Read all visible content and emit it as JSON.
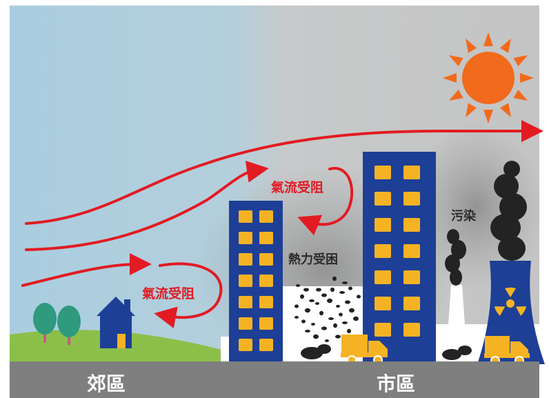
{
  "labels": {
    "airflow_blocked_upper": "氣流受阻",
    "airflow_blocked_lower": "氣流受阻",
    "heat_trapped": "熱力受困",
    "pollution": "污染",
    "suburb": "郊區",
    "city": "市區"
  },
  "colors": {
    "sky_left": "#a9cde0",
    "sky_right": "#c6c6c6",
    "arrow": "#e21b23",
    "building": "#1e3f96",
    "window": "#f5b324",
    "sun": "#f26a1b",
    "smoke": "#232323",
    "truck": "#f5b324",
    "ground": "#7f7f7f",
    "grass": "#8cbf4a",
    "tree": "#2f9a7d"
  },
  "icons": [
    "sun-icon",
    "house-icon",
    "tree-icon",
    "truck-icon",
    "radiation-icon",
    "smokestack-icon"
  ]
}
